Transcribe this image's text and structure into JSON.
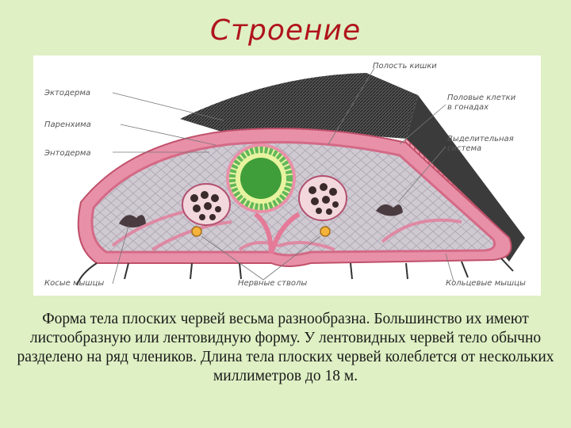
{
  "slide": {
    "title": "Строение",
    "caption": "Форма тела плоских червей весьма разнообразна. Большинство их имеют листообразную или лентовидную форму. У лентовидных червей тело обычно разделено на ряд члеников. Длина тела плоских червей колеблется от нескольких миллиметров до 18 м."
  },
  "diagram": {
    "labels": {
      "ectoderm": "Эктодерма",
      "parenchyma": "Паренхима",
      "endoderm": "Энтодерма",
      "oblique_muscles": "Косые мышцы",
      "nerve_trunks": "Нервные стволы",
      "circular_muscles": "Кольцевые мышцы",
      "gut_cavity": "Полость кишки",
      "sex_cells_line1": "Половые клетки",
      "sex_cells_line2": "в гонадах",
      "excretory_line1": "Выделительная",
      "excretory_line2": "система"
    },
    "colors": {
      "pink_wall": "#e07090",
      "parenchyma": "#c9c4cc",
      "gut_green": "#3f9e3a",
      "cilia": "#3a3a3a"
    }
  }
}
